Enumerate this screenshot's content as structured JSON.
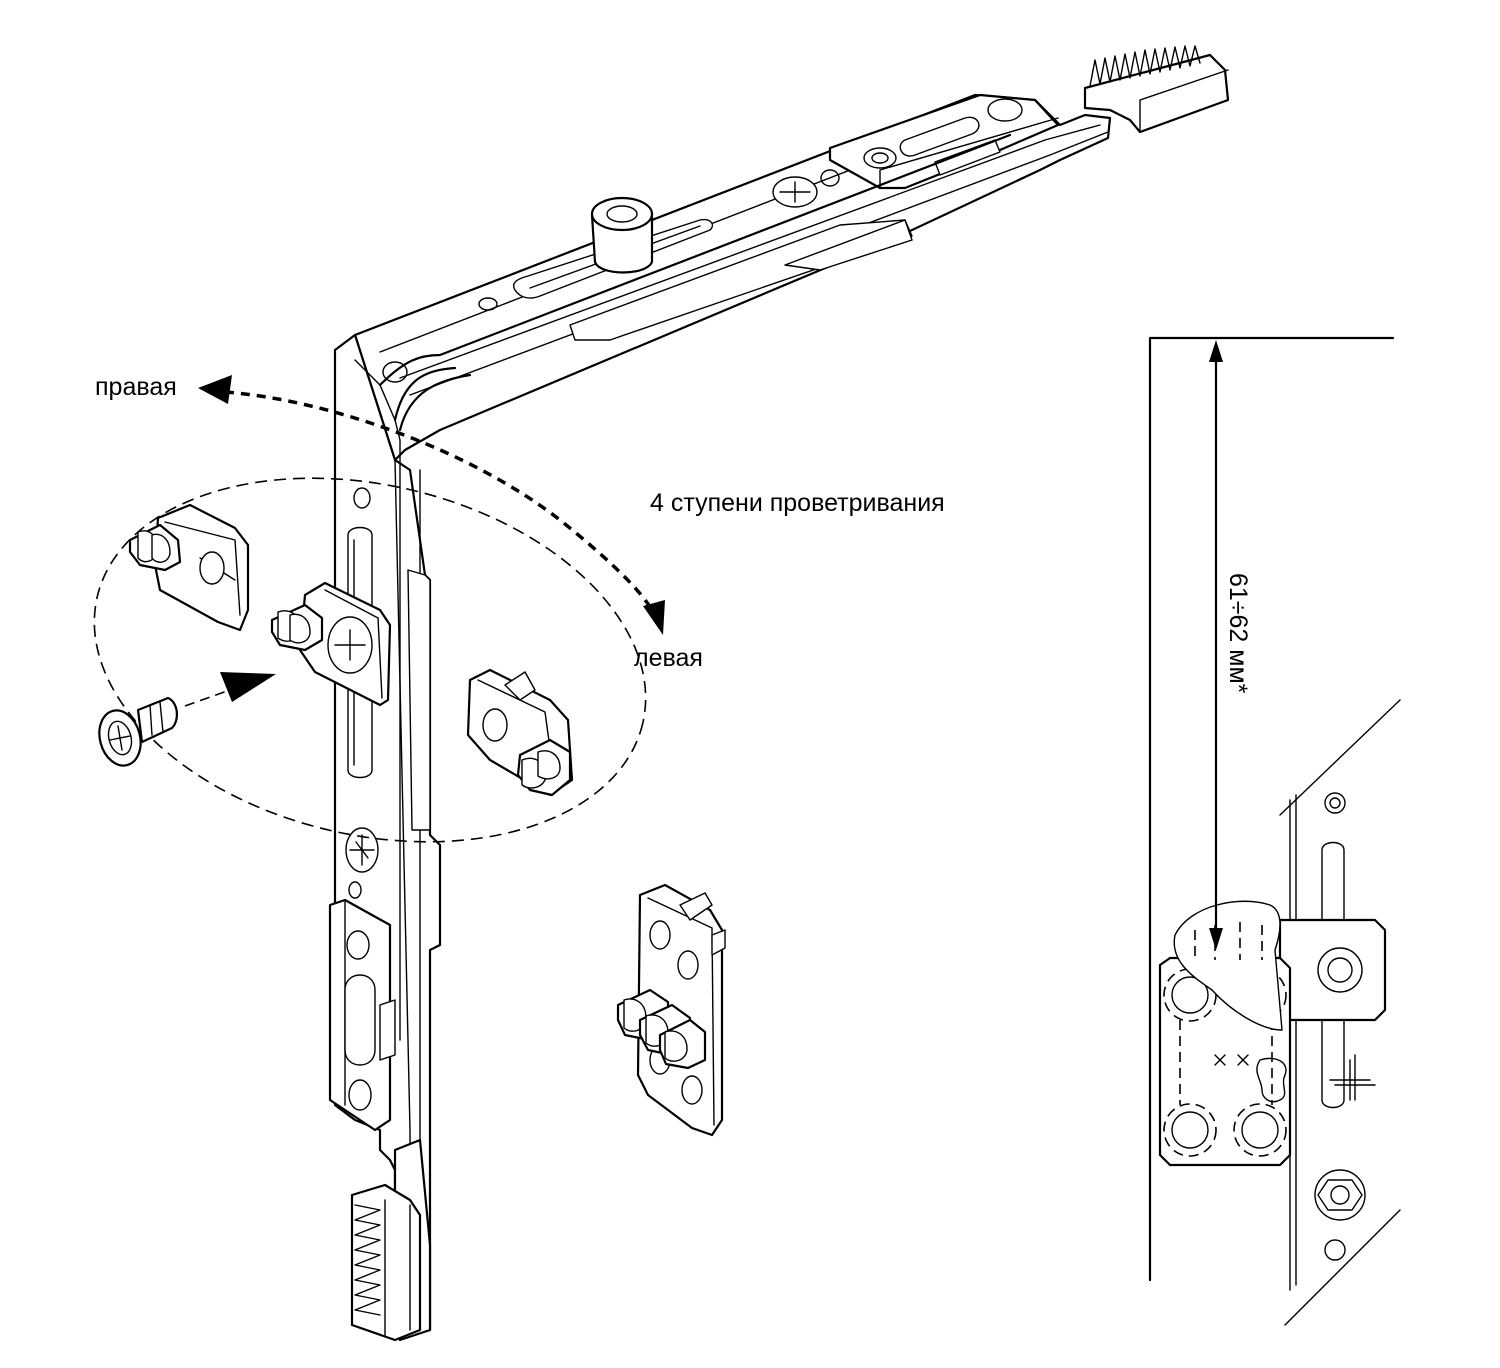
{
  "labels": {
    "right": "правая",
    "left": "левая",
    "ventilation": "4 ступени проветривания",
    "dimension": "61÷62 мм*"
  },
  "colors": {
    "line": "#000000",
    "background": "#ffffff"
  }
}
